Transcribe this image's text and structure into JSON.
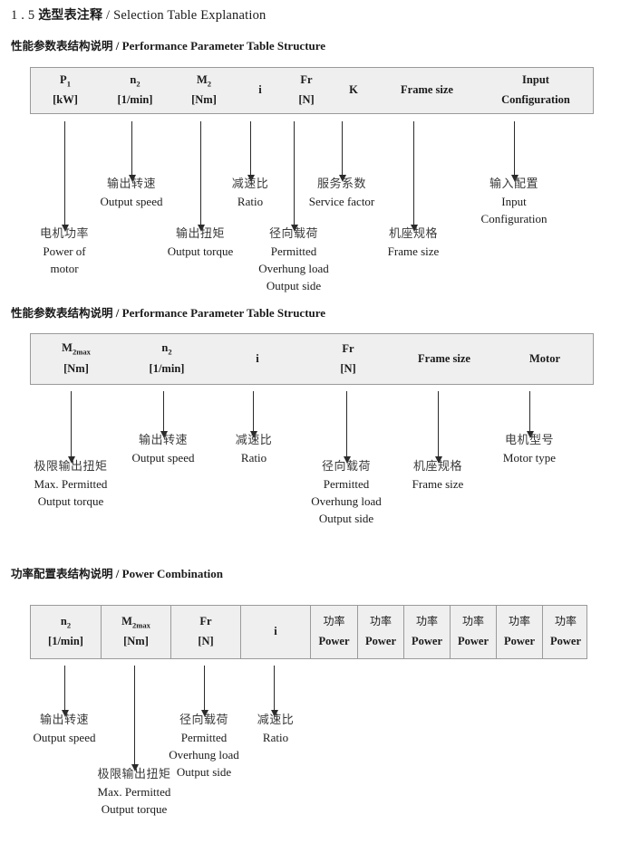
{
  "doc": {
    "section_number": "1 . 5",
    "title_cn": "选型表注释",
    "title_sep": "/",
    "title_en": "Selection Table Explanation"
  },
  "sections": [
    {
      "heading_cn": "性能参数表结构说明",
      "heading_sep": "/",
      "heading_en": "Performance Parameter Table Structure",
      "table": {
        "columns": [
          {
            "symbol": "P",
            "sub": "1",
            "unit": "[kW]"
          },
          {
            "symbol": "n",
            "sub": "2",
            "unit": "[1/min]"
          },
          {
            "symbol": "M",
            "sub": "2",
            "unit": "[Nm]"
          },
          {
            "symbol": "i",
            "sub": "",
            "unit": ""
          },
          {
            "symbol": "Fr",
            "sub": "",
            "unit": "[N]"
          },
          {
            "symbol": "K",
            "sub": "",
            "unit": ""
          },
          {
            "symbol": "Frame size",
            "sub": "",
            "unit": ""
          },
          {
            "symbol": "Input",
            "sub": "",
            "unit": "Configuration"
          }
        ]
      },
      "notes": [
        {
          "cn": "电机功率",
          "en": [
            "Power of",
            "motor"
          ]
        },
        {
          "cn": "输出转速",
          "en": [
            "Output speed"
          ]
        },
        {
          "cn": "输出扭矩",
          "en": [
            "Output torque"
          ]
        },
        {
          "cn": "减速比",
          "en": [
            "Ratio"
          ]
        },
        {
          "cn": "径向载荷",
          "en": [
            "Permitted",
            "Overhung load",
            "Output side"
          ]
        },
        {
          "cn": "服务系数",
          "en": [
            "Service factor"
          ]
        },
        {
          "cn": "机座规格",
          "en": [
            "Frame size"
          ]
        },
        {
          "cn": "输入配置",
          "en": [
            "Input",
            "Configuration"
          ]
        }
      ]
    },
    {
      "heading_cn": "性能参数表结构说明",
      "heading_sep": "/",
      "heading_en": "Performance Parameter Table Structure",
      "table": {
        "columns": [
          {
            "symbol": "M",
            "sub": "2max",
            "unit": "[Nm]"
          },
          {
            "symbol": "n",
            "sub": "2",
            "unit": "[1/min]"
          },
          {
            "symbol": "i",
            "sub": "",
            "unit": ""
          },
          {
            "symbol": "Fr",
            "sub": "",
            "unit": "[N]"
          },
          {
            "symbol": "Frame size",
            "sub": "",
            "unit": ""
          },
          {
            "symbol": "Motor",
            "sub": "",
            "unit": ""
          }
        ]
      },
      "notes": [
        {
          "cn": "极限输出扭矩",
          "en": [
            "Max. Permitted",
            "Output  torque"
          ]
        },
        {
          "cn": "输出转速",
          "en": [
            "Output speed"
          ]
        },
        {
          "cn": "减速比",
          "en": [
            "Ratio"
          ]
        },
        {
          "cn": "径向载荷",
          "en": [
            "Permitted",
            "Overhung load",
            "Output side"
          ]
        },
        {
          "cn": "机座规格",
          "en": [
            "Frame size"
          ]
        },
        {
          "cn": "电机型号",
          "en": [
            "Motor type"
          ]
        }
      ]
    },
    {
      "heading_cn": "功率配置表结构说明",
      "heading_sep": "/",
      "heading_en": "Power Combination",
      "table": {
        "columns": [
          {
            "symbol": "n",
            "sub": "2",
            "unit": "[1/min]"
          },
          {
            "symbol": "M",
            "sub": "2max",
            "unit": "[Nm]"
          },
          {
            "symbol": "Fr",
            "sub": "",
            "unit": "[N]"
          },
          {
            "symbol": "i",
            "sub": "",
            "unit": ""
          },
          {
            "symbol": "功率",
            "sub": "",
            "unit": "Power"
          },
          {
            "symbol": "功率",
            "sub": "",
            "unit": "Power"
          },
          {
            "symbol": "功率",
            "sub": "",
            "unit": "Power"
          },
          {
            "symbol": "功率",
            "sub": "",
            "unit": "Power"
          },
          {
            "symbol": "功率",
            "sub": "",
            "unit": "Power"
          },
          {
            "symbol": "功率",
            "sub": "",
            "unit": "Power"
          }
        ]
      },
      "notes": [
        {
          "cn": "输出转速",
          "en": [
            "Output speed"
          ]
        },
        {
          "cn": "极限输出扭矩",
          "en": [
            "Max. Permitted",
            "Output  torque"
          ]
        },
        {
          "cn": "径向载荷",
          "en": [
            "Permitted",
            "Overhung load",
            "Output side"
          ]
        },
        {
          "cn": "减速比",
          "en": [
            "Ratio"
          ]
        }
      ]
    }
  ],
  "colors": {
    "table_fill": "#efefef",
    "table_border": "#9a9a9a",
    "arrow": "#2b2b2b",
    "text": "#1a1a1a",
    "cn_text": "#3a3a3a"
  }
}
